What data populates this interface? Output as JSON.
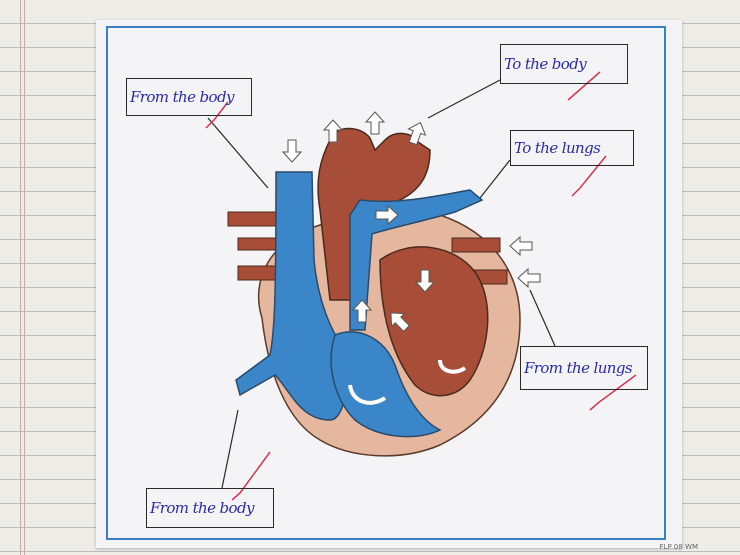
{
  "diagram": {
    "labels": {
      "from_body_top": "From the body",
      "to_body": "To the body",
      "to_lungs": "To the lungs",
      "from_lungs": "From the lungs",
      "from_body_bottom": "From the body"
    },
    "credit": "FLP 08 WM"
  },
  "colors": {
    "deoxygenated": "#3b86c9",
    "oxygenated": "#a84e38",
    "muscle": "#e6b79f",
    "ink": "#2b2aa8",
    "tick": "#d8344f",
    "frame": "#3a7fc0"
  }
}
